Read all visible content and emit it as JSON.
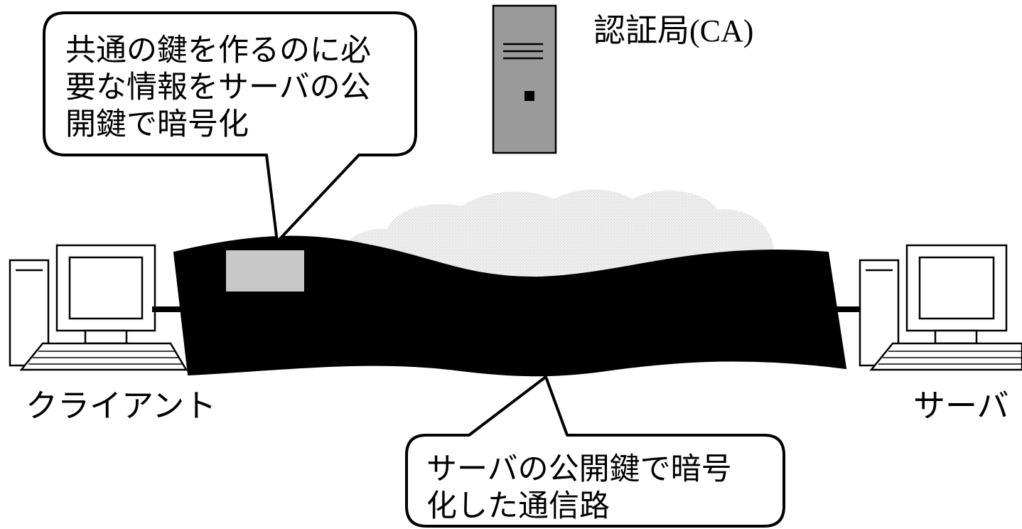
{
  "diagram": {
    "callout_top": {
      "lines": [
        "共通の鍵を作るのに必",
        "要な情報をサーバの公",
        "開鍵で暗号化"
      ]
    },
    "callout_bottom": {
      "lines": [
        "サーバの公開鍵で暗号",
        "化した通信路"
      ]
    },
    "ca_label": {
      "jp": "認証局",
      "ascii": "(CA)"
    },
    "client_label": "クライアント",
    "server_label": "サーバ",
    "colors": {
      "cloud": "#e4e4e4",
      "tunnel": "#000000",
      "server_tower": "#9a9a9a",
      "packet": "#c8c8c8",
      "outline": "#000000"
    },
    "icons": [
      "server-tower-icon",
      "client-computer-icon",
      "server-computer-icon",
      "cloud-icon",
      "encrypted-channel",
      "data-packet"
    ]
  }
}
